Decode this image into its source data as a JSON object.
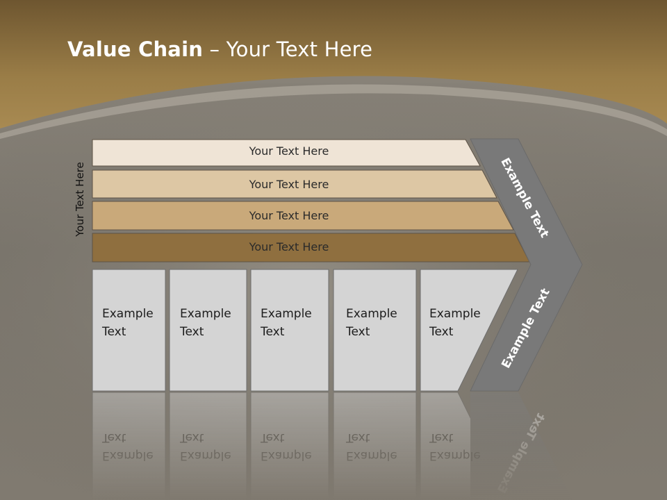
{
  "slide": {
    "title_bold": "Value Chain",
    "title_rest": " – Your Text Here",
    "side_label": "Your Text Here"
  },
  "bands": [
    {
      "label": "Your Text Here",
      "color": "#efe4d6"
    },
    {
      "label": "Your Text Here",
      "color": "#ddc7a4"
    },
    {
      "label": "Your Text Here",
      "color": "#c9a97a"
    },
    {
      "label": "Your Text Here",
      "color": "#8f6f3f"
    }
  ],
  "boxes": [
    {
      "line1": "Example",
      "line2": "Text"
    },
    {
      "line1": "Example",
      "line2": "Text"
    },
    {
      "line1": "Example",
      "line2": "Text"
    },
    {
      "line1": "Example",
      "line2": "Text"
    },
    {
      "line1": "Example",
      "line2": "Text"
    }
  ],
  "chevron": {
    "upper_label": "Example Text",
    "lower_label": "Example Text",
    "color": "#7a7a7a"
  },
  "colors": {
    "header_brown": "#9a7d47",
    "box_fill": "#d4d4d4",
    "background": "#807a70"
  }
}
